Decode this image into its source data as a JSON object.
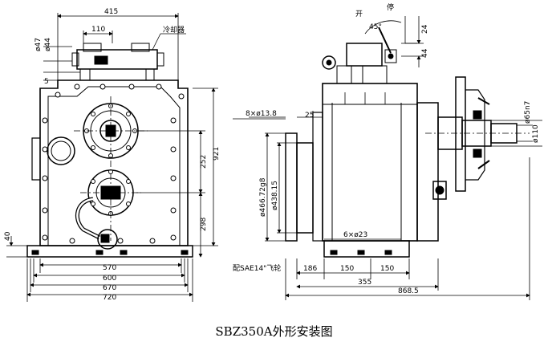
{
  "caption": "SBZ350A外形安装图",
  "front_view": {
    "dims": {
      "top_width": "415",
      "cooler_width": "110",
      "cooler_label": "冷却器",
      "dia_47": "ø47",
      "dia_44": "ø44",
      "small_dim": "5",
      "width_570": "570",
      "width_600": "600",
      "width_670": "670",
      "width_720": "720",
      "height_921": "921",
      "height_252": "252",
      "height_298": "298",
      "base_40": "40"
    }
  },
  "side_view": {
    "dims": {
      "open_label": "开",
      "close_label": "停",
      "angle_45": "45°",
      "dim_24": "24",
      "dim_44": "44",
      "holes_8": "8×ø13.8",
      "dim_25": "25",
      "dia_466": "ø466.72g8",
      "dia_438": "ø438.15",
      "holes_6": "6×ø23",
      "dia_65": "ø65n7",
      "dia_110": "ø110",
      "dim_186": "186",
      "dim_150a": "150",
      "dim_150b": "150",
      "dim_355": "355",
      "dim_868": "868.5",
      "flywheel_label": "配SAE14\"飞轮"
    }
  }
}
